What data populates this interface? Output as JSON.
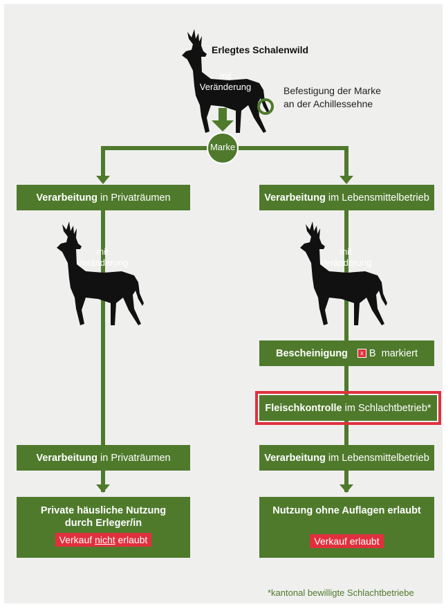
{
  "title": "Erlegtes Schalenwild",
  "deer_label_line1": "mit",
  "deer_label_line2": "Veränderung",
  "attach_note_line1": "Befestigung der Marke",
  "attach_note_line2": "an der Achillessehne",
  "marke": "Marke",
  "left": {
    "top_box_bold": "Verarbeitung",
    "top_box_rest": " in Privaträumen",
    "bottom_box_bold": "Verarbeitung",
    "bottom_box_rest": " in Privaträumen",
    "final_line1": "Private häusliche Nutzung",
    "final_line2": "durch Erleger/in",
    "sale_pre": "Verkauf ",
    "sale_underlined": "nicht",
    "sale_post": " erlaubt"
  },
  "right": {
    "top_box_bold": "Verarbeitung",
    "top_box_rest": " im Lebensmittelbetrieb",
    "cert_bold": "Bescheinigung",
    "cert_checkbox": "x",
    "cert_rest": "B  markiert",
    "meat_bold": "Fleischkontrolle",
    "meat_rest": " im Schlachtbetrieb*",
    "bottom_box_bold": "Verarbeitung",
    "bottom_box_rest": " im Lebensmittelbetrieb",
    "final_line1": "Nutzung ohne Auflagen erlaubt",
    "sale": "Verkauf erlaubt"
  },
  "footnote": "*kantonal bewilligte Schlachtbetriebe",
  "colors": {
    "green": "#4f7a2c",
    "red": "#e0303d",
    "background": "#efefee",
    "deer": "#111111"
  },
  "icons": [
    "deer-silhouette-icon",
    "tag-ring-icon",
    "down-arrow-icon",
    "checkbox-icon"
  ]
}
